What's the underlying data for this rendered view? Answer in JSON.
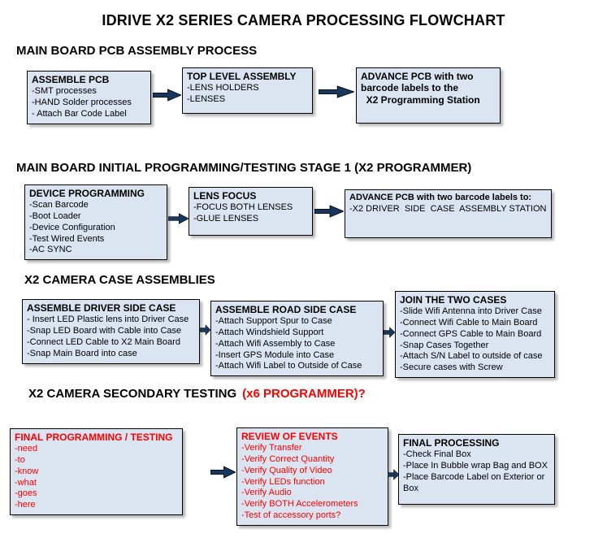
{
  "page": {
    "title": "IDRIVE X2  SERIES CAMERA PROCESSING FLOWCHART"
  },
  "colors": {
    "box_fill": "#dbe5f1",
    "box_border": "#000000",
    "box_shadow": "#b5b5b5",
    "arrow_fill": "#17375e",
    "red_text": "#ff0000",
    "text": "#000000"
  },
  "sections": [
    {
      "heading": "MAIN BOARD PCB ASSEMBLY PROCESS",
      "heading_suffix": "",
      "boxes": [
        {
          "title": "ASSEMBLE PCB",
          "items": [
            "-SMT processes",
            "-HAND Solder processes",
            "- Attach Bar Code Label"
          ]
        },
        {
          "title": "TOP LEVEL ASSEMBLY",
          "items": [
            "-LENS HOLDERS",
            "-LENSES"
          ]
        },
        {
          "title": "ADVANCE PCB with two barcode labels to the\n  X2 Programming Station",
          "items": []
        }
      ]
    },
    {
      "heading": "MAIN BOARD INITIAL PROGRAMMING/TESTING STAGE 1 (X2 PROGRAMMER)",
      "heading_suffix": "",
      "boxes": [
        {
          "title": "DEVICE PROGRAMMING",
          "items": [
            "-Scan Barcode",
            "-Boot Loader",
            "-Device Configuration",
            "-Test Wired Events",
            "-AC SYNC"
          ]
        },
        {
          "title": "LENS FOCUS",
          "items": [
            "-FOCUS BOTH LENSES",
            "-GLUE LENSES"
          ]
        },
        {
          "title": "ADVANCE PCB with two barcode labels to:",
          "items": [
            "-X2 DRIVER  SIDE  CASE  ASSEMBLY STATION"
          ]
        }
      ]
    },
    {
      "heading": "X2 CAMERA CASE ASSEMBLIES",
      "heading_suffix": "",
      "boxes": [
        {
          "title": "ASSEMBLE DRIVER SIDE CASE",
          "items": [
            "- Insert LED Plastic lens into Driver Case",
            "-Snap LED Board with Cable into Case",
            "-Connect LED Cable to X2 Main Board",
            "-Snap Main Board into case"
          ]
        },
        {
          "title": "ASSEMBLE ROAD SIDE CASE",
          "items": [
            "-Attach Support Spur to Case",
            "-Attach Windshield Support",
            "-Attach Wifi Assembly to Case",
            "-Insert GPS Module into Case",
            "-Attach Wifi Label to Outside of Case"
          ]
        },
        {
          "title": "JOIN THE TWO CASES",
          "items": [
            "-Slide Wifi Antenna into Driver Case",
            "-Connect Wifi Cable to Main Board",
            "-Connect GPS Cable to Main Board",
            "-Snap Cases Together",
            "-Attach S/N Label to outside of case",
            "-Secure cases with Screw"
          ]
        }
      ]
    },
    {
      "heading": "X2 CAMERA SECONDARY TESTING",
      "heading_suffix": "(x6 PROGRAMMER)?",
      "boxes": [
        {
          "title": "FINAL PROGRAMMING / TESTING",
          "items": [
            "-need",
            "-to",
            "-know",
            "-what",
            "-goes",
            "-here"
          ]
        },
        {
          "title": "REVIEW OF EVENTS",
          "items": [
            "-Verify Transfer",
            "-Verify Correct Quantity",
            "-Verify Quality of Video",
            "-Verify LEDs function",
            "-Verify Audio",
            "-Verify BOTH Accelerometers",
            "-Test of accessory ports?"
          ]
        },
        {
          "title": "FINAL PROCESSING",
          "items": [
            "-Check Final Box",
            "-Place In Bubble wrap Bag and BOX",
            "-Place Barcode Label on Exterior or Box"
          ]
        }
      ]
    }
  ]
}
